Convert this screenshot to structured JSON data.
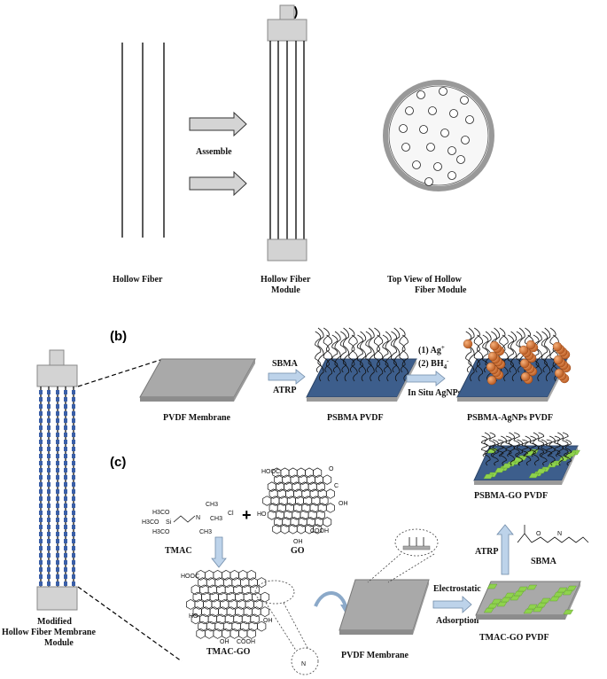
{
  "panels": {
    "a": "(a)",
    "b": "(b)",
    "c": "(c)"
  },
  "panel_a": {
    "assemble": "Assemble",
    "hollow_fiber": "Hollow Fiber",
    "module_line1": "Hollow Fiber",
    "module_line2": "Module",
    "top_view_line1": "Top View of Hollow",
    "top_view_line2": "Fiber Module"
  },
  "modified_module": {
    "line1": "Modified",
    "line2": "Hollow Fiber Membrane",
    "line3": "Module"
  },
  "panel_b": {
    "pvdf": "PVDF Membrane",
    "sbma": "SBMA",
    "atrp": "ATRP",
    "psbma_pvdf": "PSBMA PVDF",
    "step1": "(1) Ag",
    "step2": "(2) BH",
    "ag_sup": "+",
    "bh_sup": "-",
    "bh_sub": "4",
    "insitu": "In Situ AgNPs",
    "psbma_ag": "PSBMA-AgNPs PVDF"
  },
  "panel_c": {
    "tmac": "TMAC",
    "go": "GO",
    "tmac_go": "TMAC-GO",
    "pvdf": "PVDF Membrane",
    "electrostatic": "Electrostatic",
    "adsorption": "Adsorption",
    "tmac_go_pvdf": "TMAC-GO PVDF",
    "atrp": "ATRP",
    "sbma": "SBMA",
    "psbma_go": "PSBMA-GO PVDF",
    "plus": "+",
    "chem": {
      "h3co_1": "H3CO",
      "h3co_2": "H3CO",
      "h3co_3": "H3CO",
      "si": "Si",
      "ch3_1": "CH3",
      "ch3_2": "CH3",
      "ch3_3": "CH3",
      "n": "N",
      "cl": "Cl",
      "cooh_1": "HOOC",
      "cooh_2": "COOH",
      "cooh_3": "HOOC",
      "cooh_4": "COOH",
      "oh_1": "OH",
      "oh_2": "HO",
      "oh_3": "OH",
      "oh_4": "OH",
      "oh_5": "HO",
      "oh_6": "OH",
      "o": "O",
      "c": "C"
    }
  },
  "colors": {
    "membrane_gray": "#a9a9a9",
    "membrane_blue": "#3d5e8c",
    "silver_np": "#d9793a",
    "go_green": "#8fd24e",
    "arrow_fill": "#bdd3ea",
    "module_cap": "#d3d3d3"
  }
}
